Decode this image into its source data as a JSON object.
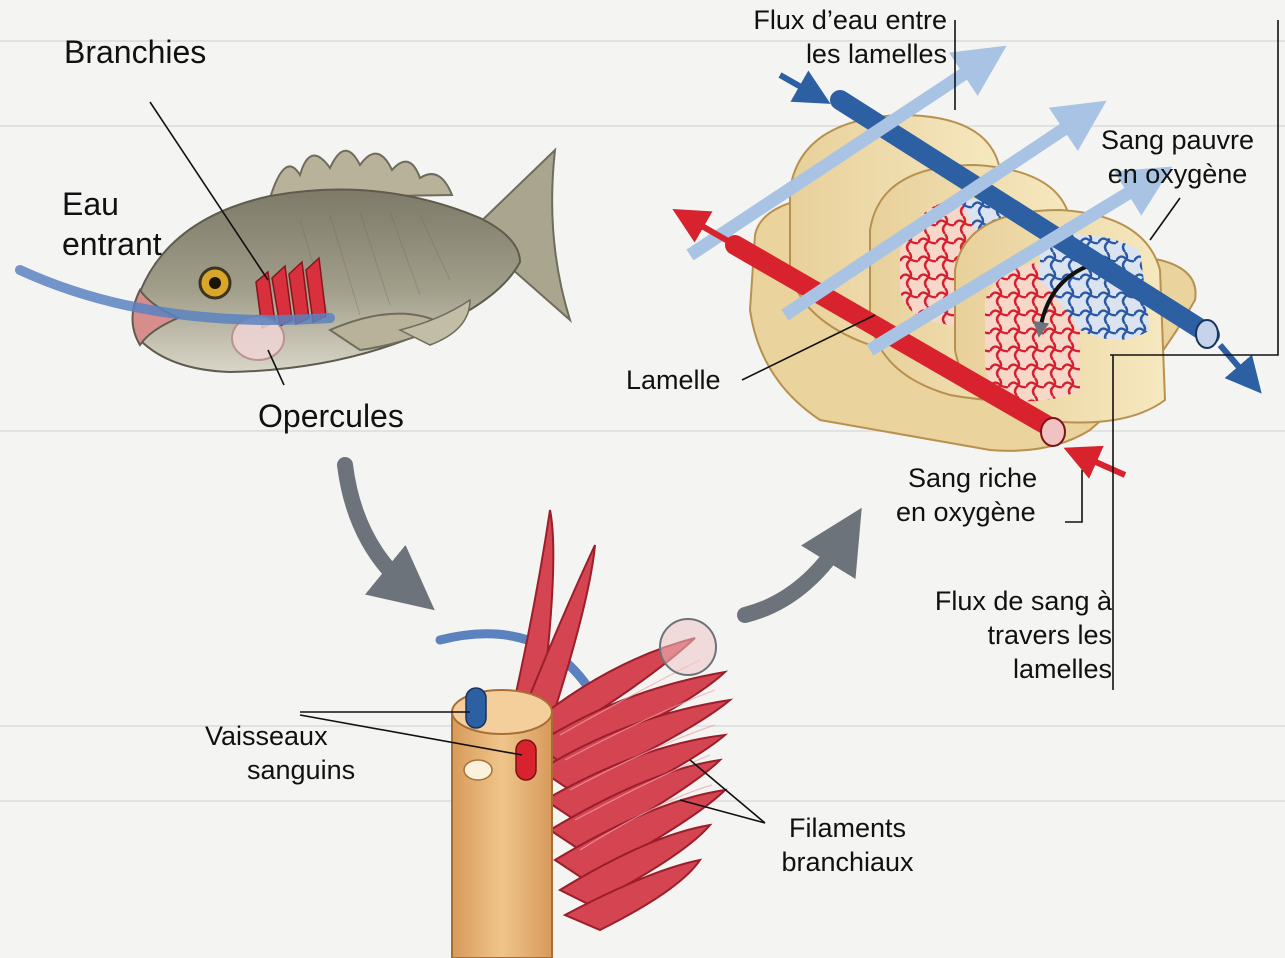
{
  "labels": {
    "branchies": "Branchies",
    "eau_entrant_l1": "Eau",
    "eau_entrant_l2": "entrant",
    "opercules": "Opercules",
    "flux_eau_l1": "Flux d’eau entre",
    "flux_eau_l2": "les lamelles",
    "sang_pauvre_l1": "Sang pauvre",
    "sang_pauvre_l2": "en oxygène",
    "lamelle": "Lamelle",
    "sang_riche_l1": "Sang riche",
    "sang_riche_l2": "en oxygène",
    "flux_sang_l1": "Flux de sang à",
    "flux_sang_l2": "travers les",
    "flux_sang_l3": "lamelles",
    "vaisseaux_l1": "Vaisseaux",
    "vaisseaux_l2": "sanguins",
    "filaments_l1": "Filaments",
    "filaments_l2": "branchiaux"
  },
  "colors": {
    "oxygen_poor": "#2d5fa3",
    "oxygen_rich": "#d8232f",
    "water_arrow": "#a8c3e3",
    "process_arrow": "#6d737a",
    "lamella": "#f1deaa",
    "filament_stem": "#e9b677",
    "fish_body": "#9a9682"
  }
}
